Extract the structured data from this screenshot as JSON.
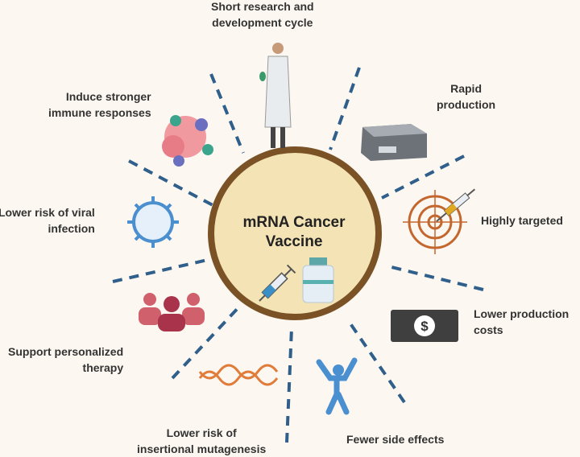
{
  "center": {
    "line1": "mRNA Cancer",
    "line2": "Vaccine"
  },
  "benefits": [
    {
      "line1": "Short research and",
      "line2": "development cycle"
    },
    {
      "line1": "Rapid",
      "line2": "production"
    },
    {
      "line1": "Highly targeted"
    },
    {
      "line1": "Lower production",
      "line2": "costs"
    },
    {
      "line1": "Fewer side effects"
    },
    {
      "line1": "Lower risk of",
      "line2": "insertional mutagenesis"
    },
    {
      "line1": "Support  personalized",
      "line2": "therapy"
    },
    {
      "line1": "Lower risk of viral",
      "line2": "infection"
    },
    {
      "line1": "Induce stronger",
      "line2": "immune responses"
    }
  ],
  "colors": {
    "ring": "#7a5226",
    "fill": "#f3e3b5",
    "dash": "#2f5f8a",
    "background": "#fcf8f1"
  }
}
